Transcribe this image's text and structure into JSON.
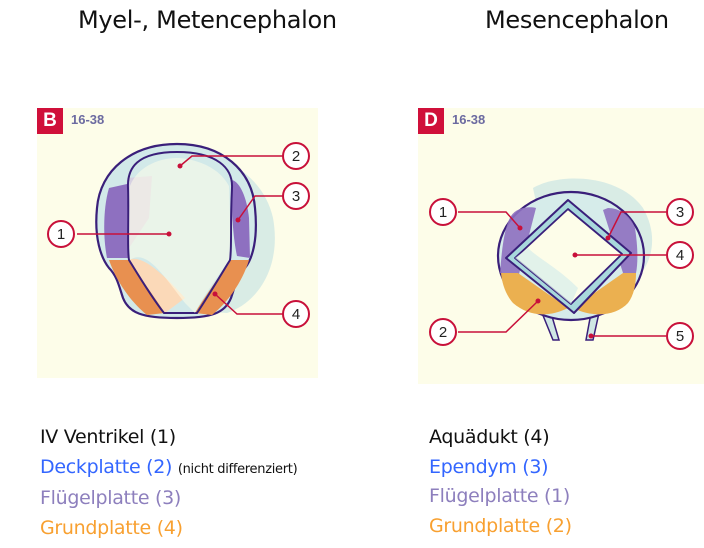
{
  "titles": {
    "left": "Myel-, Metencephalon",
    "right": "Mesencephalon"
  },
  "panels": {
    "left": {
      "badge": "B",
      "figure_number": "16-38",
      "callouts": [
        "1",
        "2",
        "3",
        "4"
      ]
    },
    "right": {
      "badge": "D",
      "figure_number": "16-38",
      "callouts": [
        "1",
        "2",
        "3",
        "4",
        "5"
      ]
    }
  },
  "legend": {
    "left": [
      {
        "text": "IV Ventrikel (1)",
        "color": "#111111"
      },
      {
        "text": "Deckplatte (2)",
        "note": "(nicht differenziert)",
        "color": "#3366ff"
      },
      {
        "text": "Flügelplatte (3)",
        "color": "#8d7fbd"
      },
      {
        "text": "Grundplatte (4)",
        "color": "#f8a030"
      }
    ],
    "right": [
      {
        "text": "Aquädukt (4)",
        "color": "#111111"
      },
      {
        "text": "Ependym (3)",
        "color": "#3366ff"
      },
      {
        "text": "Flügelplatte (1)",
        "color": "#8d7fbd"
      },
      {
        "text": "Grundplatte (2)",
        "color": "#f8a030"
      }
    ]
  },
  "colors": {
    "panel_bg": "#fdfde9",
    "badge_red": "#d0103a",
    "callout_red": "#c8103a",
    "outline_purple": "#3a1f7a",
    "alar_plate": "#8e70c0",
    "basal_plate_left": "#e89050",
    "basal_plate_right": "#ebb050",
    "tissue_light": "#cfe7e4"
  }
}
